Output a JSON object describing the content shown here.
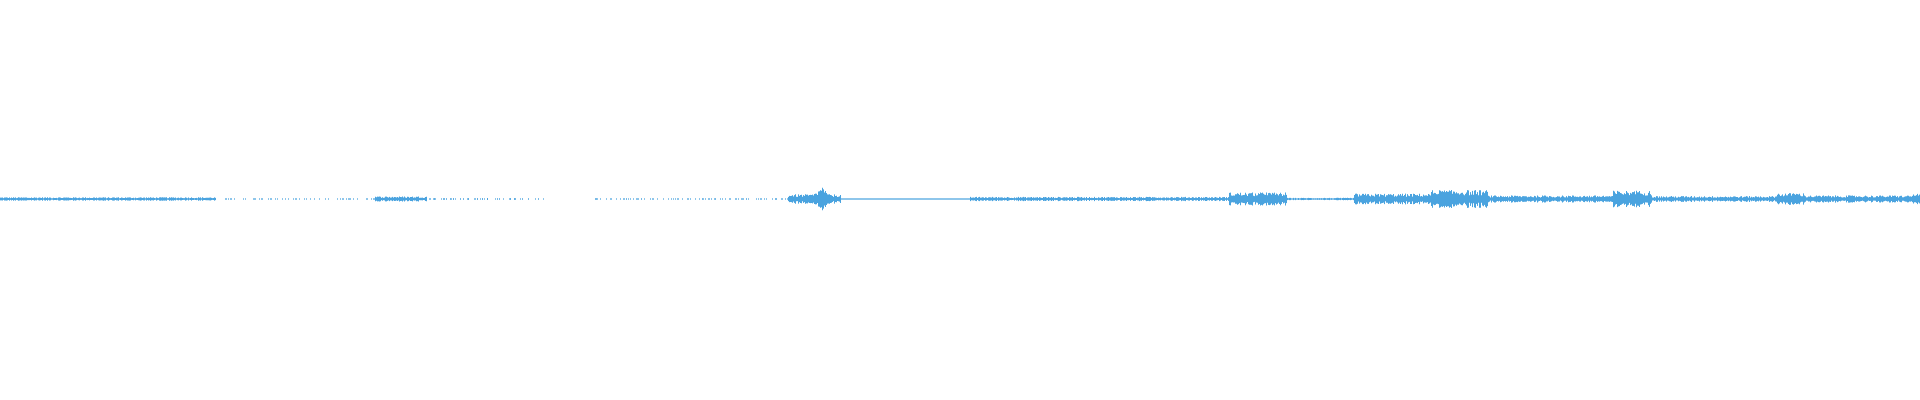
{
  "waveform": {
    "color": "#4aa3df",
    "background": "#ffffff",
    "duration_fraction_segments": [
      {
        "start": 0.0,
        "end": 0.112,
        "level": 0.15,
        "kind": "continuous"
      },
      {
        "start": 0.112,
        "end": 0.195,
        "level": 0.05,
        "kind": "sparse"
      },
      {
        "start": 0.195,
        "end": 0.222,
        "level": 0.22,
        "kind": "continuous"
      },
      {
        "start": 0.222,
        "end": 0.285,
        "level": 0.08,
        "kind": "sparse"
      },
      {
        "start": 0.285,
        "end": 0.307,
        "level": 0.0,
        "kind": "silent"
      },
      {
        "start": 0.307,
        "end": 0.41,
        "level": 0.06,
        "kind": "sparse"
      },
      {
        "start": 0.41,
        "end": 0.438,
        "level": 0.4,
        "kind": "continuous"
      },
      {
        "start": 0.438,
        "end": 0.505,
        "level": 0.05,
        "kind": "continuous"
      },
      {
        "start": 0.505,
        "end": 0.64,
        "level": 0.18,
        "kind": "continuous"
      },
      {
        "start": 0.64,
        "end": 0.67,
        "level": 0.55,
        "kind": "continuous"
      },
      {
        "start": 0.67,
        "end": 0.705,
        "level": 0.1,
        "kind": "continuous"
      },
      {
        "start": 0.705,
        "end": 0.745,
        "level": 0.45,
        "kind": "continuous"
      },
      {
        "start": 0.745,
        "end": 0.775,
        "level": 0.75,
        "kind": "continuous"
      },
      {
        "start": 0.775,
        "end": 0.84,
        "level": 0.3,
        "kind": "continuous"
      },
      {
        "start": 0.84,
        "end": 0.86,
        "level": 0.7,
        "kind": "continuous"
      },
      {
        "start": 0.86,
        "end": 0.925,
        "level": 0.25,
        "kind": "continuous"
      },
      {
        "start": 0.925,
        "end": 0.94,
        "level": 0.5,
        "kind": "continuous"
      },
      {
        "start": 0.94,
        "end": 1.0,
        "level": 0.3,
        "kind": "continuous"
      }
    ],
    "peaks": [
      {
        "position": 0.428,
        "level": 1.0
      },
      {
        "position": 0.66,
        "level": 0.6
      },
      {
        "position": 0.752,
        "level": 0.85
      },
      {
        "position": 0.852,
        "level": 0.75
      },
      {
        "position": 0.934,
        "level": 0.55
      },
      {
        "position": 0.998,
        "level": 0.5
      }
    ]
  }
}
